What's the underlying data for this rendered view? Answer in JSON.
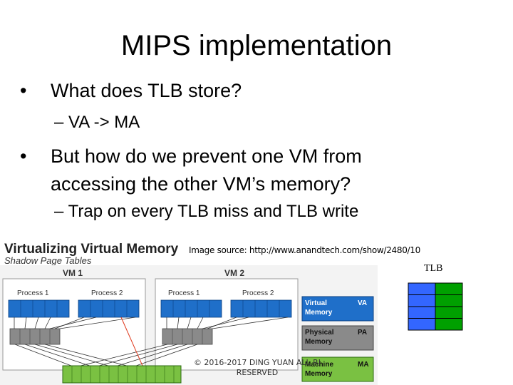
{
  "slide": {
    "title": "MIPS implementation",
    "bullets": [
      {
        "text": "What does TLB store?",
        "sub": "– VA -> MA"
      },
      {
        "line1": "But how do we prevent one VM from",
        "line2": "accessing the other VM’s memory?",
        "sub": "– Trap on every TLB miss and TLB write"
      }
    ],
    "bullet_symbol": "•",
    "image_source": "Image source: http://www.anandtech.com/show/2480/10",
    "copyright_line1": "© 2016-2017 DING YUAN ALL RI",
    "copyright_line2": "RESERVED"
  },
  "diagram": {
    "title": "Virtualizing Virtual Memory",
    "subtitle": "Shadow Page Tables",
    "vm1_label": "VM 1",
    "vm2_label": "VM 2",
    "process1": "Process 1",
    "process2": "Process 2",
    "legend": [
      {
        "line1": "Virtual",
        "line2": "Memory",
        "abbr": "VA",
        "color": "#1f6fc9"
      },
      {
        "line1": "Physical",
        "line2": "Memory",
        "abbr": "PA",
        "color": "#808080"
      },
      {
        "line1": "Machine",
        "line2": "Memory",
        "abbr": "MA",
        "color": "#7ac142"
      }
    ]
  },
  "tlb": {
    "label": "TLB",
    "left_color": "#3366ff",
    "right_color": "#00a000",
    "rows": 4
  }
}
